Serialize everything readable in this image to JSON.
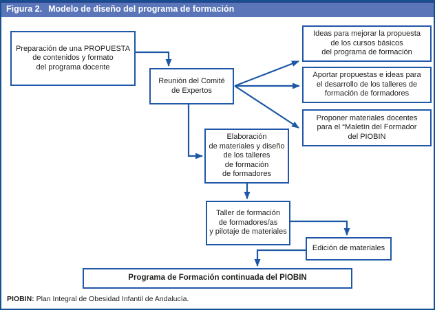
{
  "header": {
    "figure_label": "Figura 2.",
    "title": "Modelo de diseño del programa de formación"
  },
  "boxes": {
    "propuesta": {
      "lines": [
        "Preparación de una PROPUESTA",
        "de contenidos y formato",
        "del programa docente"
      ]
    },
    "comite": {
      "lines": [
        "Reunión del Comité",
        "de Expertos"
      ]
    },
    "ideas": {
      "lines": [
        "Ideas para mejorar la propuesta",
        "de los cursos básicos",
        "del programa de formación"
      ]
    },
    "aportar": {
      "lines": [
        "Aportar propuestas e ideas para",
        "el desarrollo de los talleres de",
        "formación de formadores"
      ]
    },
    "proponer": {
      "lines": [
        "Proponer materiales docentes",
        "para el “Maletín del Formador",
        "del PIOBIN"
      ]
    },
    "elaboracion": {
      "lines": [
        "Elaboración",
        "de materiales y diseño",
        "de los talleres",
        "de formación",
        "de formadores"
      ]
    },
    "taller": {
      "lines": [
        "Taller de formación",
        "de formadores/as",
        "y pilotaje de materiales"
      ]
    },
    "edicion": {
      "lines": [
        "Edición de materiales"
      ]
    },
    "programa": {
      "lines": [
        "Programa de Formación continuada del PIOBIN"
      ]
    }
  },
  "footer": {
    "abbr": "PIOBIN:",
    "text": " Plan Integral de Obesidad Infantil de Andalucía."
  },
  "colors": {
    "border-dark": "#14518f",
    "titlebar-bg": "#5b76b8",
    "titlebar-stripe": "#27448f",
    "box-border": "#2057a8",
    "arrow": "#1c57a5",
    "text-dark": "#1d1d1b"
  }
}
